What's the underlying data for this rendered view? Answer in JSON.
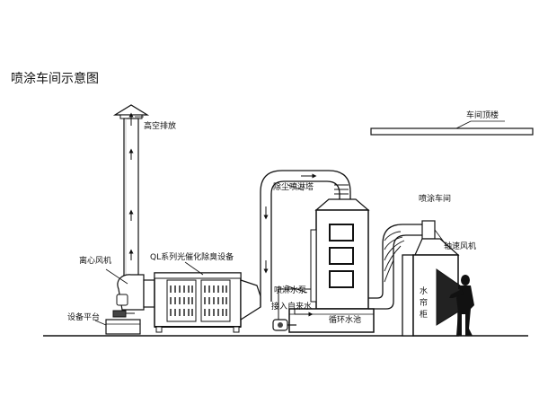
{
  "title": "喷涂车间示意图",
  "labels": {
    "high_altitude_exhaust": "高空排放",
    "centrifugal_fan": "离心风机",
    "equipment_platform": "设备平台",
    "ql_device": "QL系列光催化除臭设备",
    "dust_spray_tower": "除尘喷淋塔",
    "spray_pump": "喷淋水泵",
    "tap_water_inlet": "接入自来水",
    "circulating_pool": "循环水池",
    "workshop_roof": "车间顶楼",
    "paint_workshop": "喷涂车间",
    "axial_fan": "轴速风机",
    "water_curtain_1": "水",
    "water_curtain_2": "帘",
    "water_curtain_3": "柜"
  }
}
